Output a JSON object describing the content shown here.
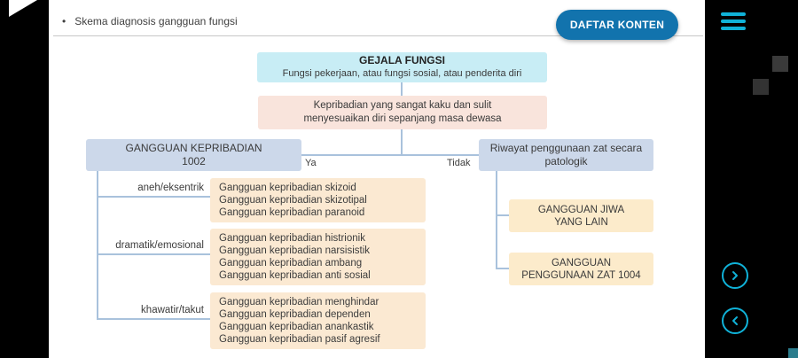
{
  "header": {
    "bullet": "•",
    "breadcrumb": "Skema diagnosis gangguan fungsi",
    "toc_button": "DAFTAR KONTEN"
  },
  "flowchart": {
    "root": {
      "title": "GEJALA FUNGSI",
      "subtitle": "Fungsi pekerjaan, atau fungsi sosial, atau penderita diri"
    },
    "condition": {
      "line1": "Kepribadian yang sangat kaku dan sulit",
      "line2": "menyesuaikan diri sepanjang masa dewasa"
    },
    "branch_yes": "Ya",
    "branch_no": "Tidak",
    "personality_box": {
      "line1": "GANGGUAN KEPRIBADIAN",
      "line2": "1002"
    },
    "substance_box": {
      "line1": "Riwayat penggunaan zat secara",
      "line2": "patologik"
    },
    "clusters": [
      {
        "label": "aneh/eksentrik",
        "items": [
          "Gangguan kepribadian skizoid",
          "Gangguan kepribadian skizotipal",
          "Gangguan kepribadian paranoid"
        ]
      },
      {
        "label": "dramatik/emosional",
        "items": [
          "Gangguan kepribadian histrionik",
          "Gangguan kepribadian narsisistik",
          "Gangguan kepribadian ambang",
          "Gangguan kepribadian anti sosial"
        ]
      },
      {
        "label": "khawatir/takut",
        "items": [
          "Gangguan kepribadian menghindar",
          "Gangguan kepribadian dependen",
          "Gangguan kepribadian anankastik",
          "Gangguan kepribadian pasif agresif"
        ]
      }
    ],
    "substance_results": [
      {
        "line1": "GANGGUAN JIWA",
        "line2": "YANG LAIN"
      },
      {
        "line1": "GANGGUAN",
        "line2": "PENGGUNAAN ZAT 1004"
      }
    ]
  },
  "colors": {
    "accent_button": "#1273ad",
    "cyan_icon": "#10b2d8",
    "root_box": "#c8edf5",
    "condition_box": "#f9e4dc",
    "decision_box": "#ccd8ea",
    "result_box": "#fbe9d2",
    "connector_line": "#a9c2dc"
  }
}
